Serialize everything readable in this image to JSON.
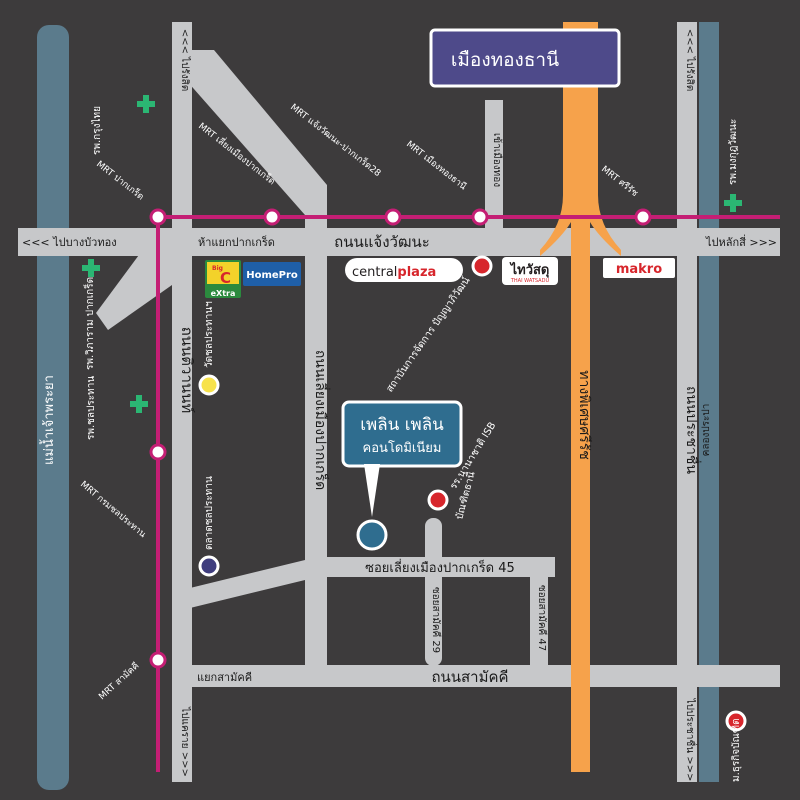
{
  "colors": {
    "background": "#3d3b3c",
    "road": "#c7c8ca",
    "canal": "#5b7b8c",
    "mrt_line": "#c41e74",
    "expressway": "#f6a24b",
    "hospital": "#2bb673",
    "marker_red": "#d7262c",
    "marker_yellow": "#f7e24b",
    "marker_purple": "#3f3d7e",
    "project_pin": "#2f6d8f",
    "banner": "#4e4a8a"
  },
  "banner": {
    "label": "เมืองทองธานี"
  },
  "project": {
    "name": "เพลิน เพลิน",
    "subtitle": "คอนโดมิเนียม"
  },
  "roads": {
    "chaeng_watthana": "ถนนแจ้งวัฒนะ",
    "to_bang_bua_thong": "<<< ไปบางบัวทอง",
    "to_lak_si": "ไปหลักสี่ >>>",
    "hae_yaek": "ห้าแยกปากเกร็ด",
    "tiwanon": "ถนนติวานนท์",
    "liang_mueang": "ถนนเลี่ยงเมืองปากเกร็ด",
    "soi_45": "ซอยเลี่ยงเมืองปากเกร็ด 45",
    "samakkhi": "ถนนสามัคคี",
    "yaek_samakkhi": "แยกสามัคคี",
    "soi_29": "ซอยสามัคคี 29",
    "soi_47": "ซอยสามัคคี 47",
    "prachachuen": "ถนนประชาชื่น",
    "expressway": "ทางพิเศษศรีรัช",
    "to_rangsit_left": "<<< ไปรังสิต",
    "to_rangsit_right": "<<< ไปรังสิต",
    "to_khae_rai": "ไปแคราย >>>",
    "to_prachachuen": "ไปประชาชื่น >>>",
    "to_mueang_thong": "เข้าเมืองทอง",
    "canal_prapa": "คลองประปา",
    "canal_chaophraya": "แม่น้ำเจ้าพระยา"
  },
  "mrt": {
    "pak_kret": "MRT ปากเกร็ด",
    "liang_mueang": "MRT เลี่ยงเมืองปากเกร็ด",
    "chaeng_28": "MRT แจ้งวัฒนะ-ปากเกร็ด28",
    "mueang_thong": "MRT เมืองทองธานี",
    "si_rat": "MRT ศรีรัช",
    "chonprathan": "MRT กรมชลประทาน",
    "samakkhi": "MRT สามัคคี"
  },
  "places": {
    "rh_krungthai": "รพ.กรุงไทย",
    "rh_wiharam": "รพ.วิภาราม ปากเกร็ด",
    "rh_chonprathan": "รพ.ชลประทาน",
    "rh_mongkut": "รพ.มงกุฎวัฒนะ",
    "wat_chonprathan": "วัดชลประทานฯ",
    "talat_chonprathan": "ตลาดชลประทาน",
    "nida": "สถาบันการจัดการ ปัญญาภิวัฒน์",
    "isb": "รร.นานาชาติ ISB",
    "bandit": "บัณฑิตธานี",
    "dhurakij": "ม.ธุรกิจบัณฑิต"
  },
  "brands": {
    "big_c_top": "Big",
    "big_c_letter": "C",
    "big_c_sub": "eXtra",
    "homepro": "HomePro",
    "central": "central",
    "central_bold": "plaza",
    "thaiwatsadu": "ไทวัสดุ",
    "thaiwatsadu_sub": "THAI WATSADU",
    "makro": "makro"
  }
}
